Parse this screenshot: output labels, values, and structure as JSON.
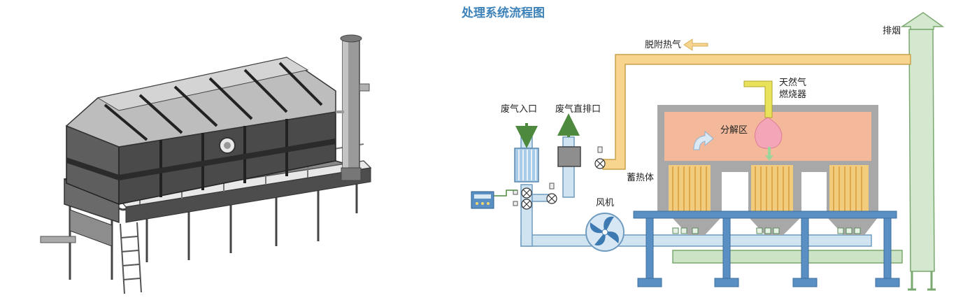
{
  "diagram": {
    "title": "处理系统流程图",
    "labels": {
      "desorption_gas": "脱附热气",
      "exhaust": "排烟",
      "natural_gas": "天然气",
      "burner": "燃烧器",
      "waste_gas_inlet": "废气入口",
      "waste_gas_bypass": "废气直排口",
      "decomposition_zone": "分解区",
      "heat_storage": "蓄热体",
      "fan": "风机"
    },
    "colors": {
      "title": "#3d82b8",
      "pipe_blue": "#cfe3f1",
      "pipe_yellow": "#f7d58e",
      "chamber_fill": "#f3b99a",
      "chamber_wall": "#a8a8a8",
      "ceramic": "#f1cc7c",
      "support_blue": "#5a8fc4",
      "chimney_green": "#d4e8cf",
      "arrow_green": "#4e8a3e",
      "flame_pink": "#f2a6b8"
    },
    "icons": [
      "fan-icon",
      "valve-icon",
      "filter-icon",
      "control-panel-icon",
      "flame-icon"
    ]
  }
}
